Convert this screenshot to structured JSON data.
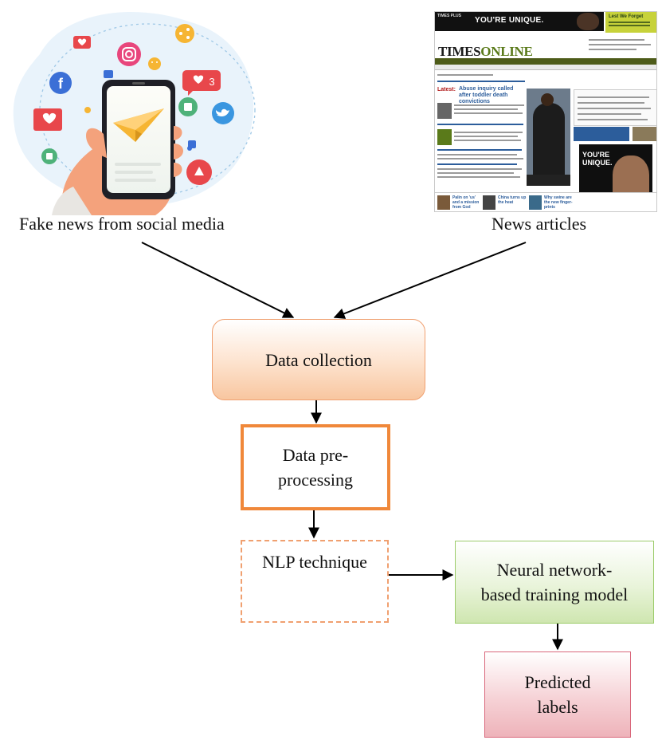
{
  "inputs": {
    "social_label": "Fake news from social media",
    "news_label": "News articles"
  },
  "steps": {
    "data_collection": "Data collection",
    "preprocessing_line1": "Data pre-",
    "preprocessing_line2": "processing",
    "nlp": "NLP technique",
    "model_line1": "Neural network-",
    "model_line2": "based training model",
    "predicted_line1": "Predicted",
    "predicted_line2": "labels"
  },
  "illustration": {
    "notification_count": "3"
  },
  "newspaper": {
    "ad_brand": "TIMES PLUS",
    "ad_text": "YOU'RE UNIQUE.",
    "side_ad_text": "Lest We Forget",
    "masthead_main": "TIMES",
    "masthead_accent": "ONLINE",
    "latest_label": "Latest:",
    "latest_headline": "Abuse inquiry called after toddler death convictions",
    "ad2_line1": "YOU'RE",
    "ad2_line2": "UNIQUE.",
    "bottom_1": "Palin on 'us' and a mission from God",
    "bottom_2": "China turns up the heat",
    "bottom_3": "Why swine are the new finger-prints"
  },
  "colors": {
    "orange_accent": "#f0883a",
    "green_box": "#8cc152",
    "pink_box": "#d9667a",
    "social_blob": "#e9f3fb",
    "phone_screen": "#fbfbf6",
    "paper_plane": "#f6b533",
    "newspaper_green": "#5a7a1a",
    "newspaper_link": "#2c5d9b"
  },
  "icons": [
    "facebook-icon",
    "instagram-icon",
    "heart-icon",
    "like-icon",
    "twitter-icon",
    "youtube-icon",
    "share-icon",
    "smile-icon",
    "paper-plane-icon"
  ]
}
